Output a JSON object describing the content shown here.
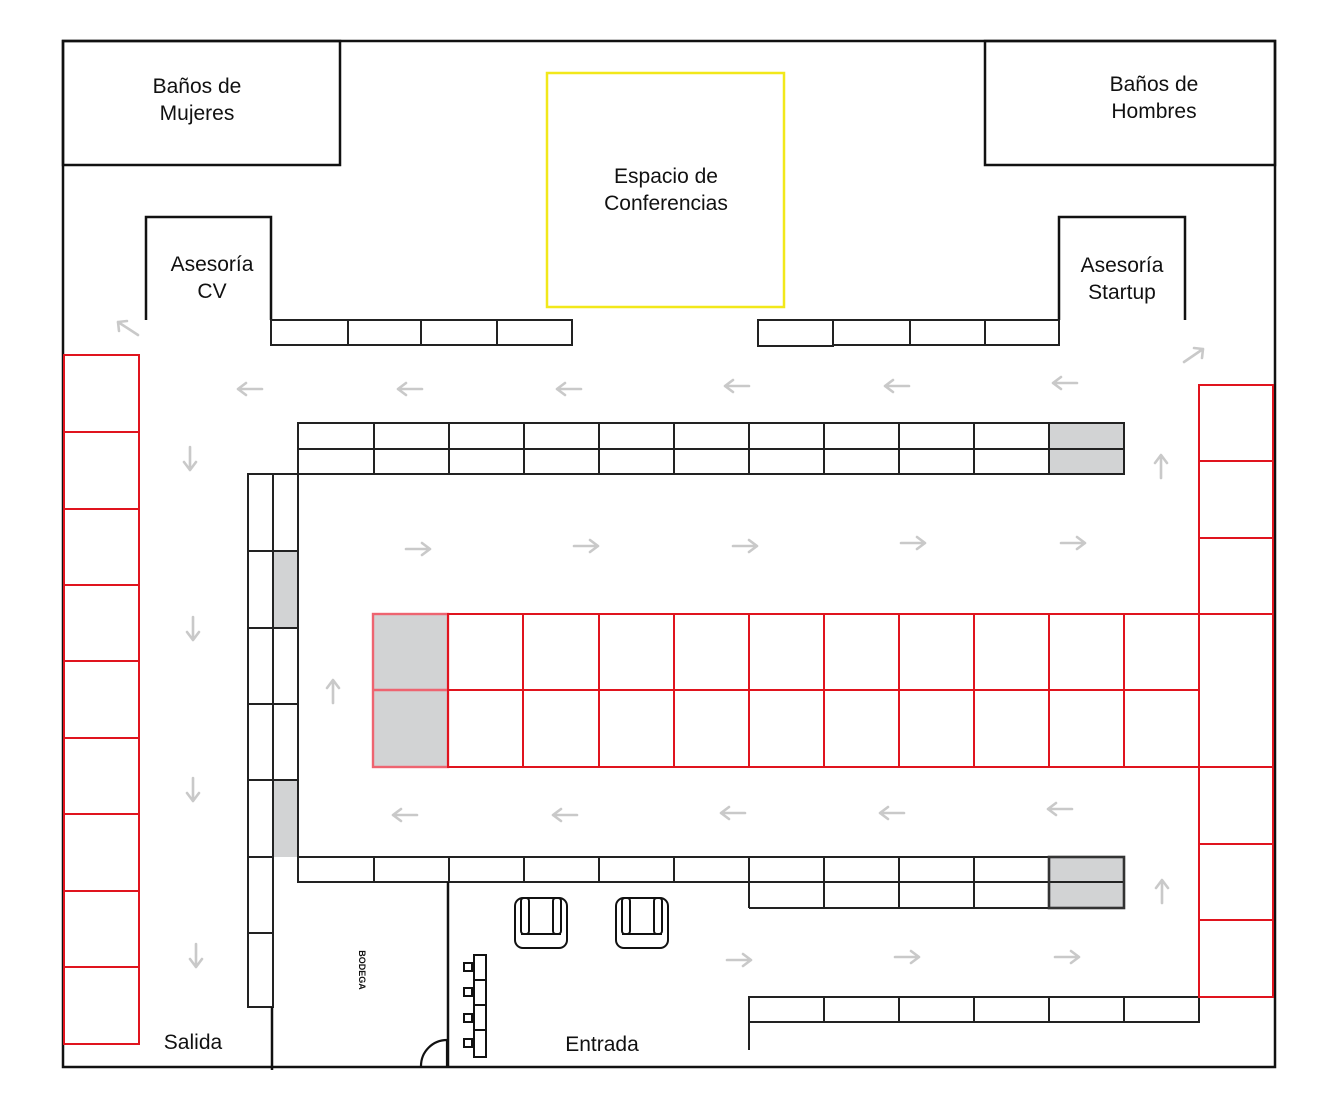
{
  "labels": {
    "banos_mujeres": [
      "Baños de",
      "Mujeres"
    ],
    "banos_hombres": [
      "Baños de",
      "Hombres"
    ],
    "espacio_conferencias": [
      "Espacio de",
      "Conferencias"
    ],
    "asesoria_cv": [
      "Asesoría",
      "CV"
    ],
    "asesoria_startup": [
      "Asesoría",
      "Startup"
    ],
    "bodega": "BODEGA",
    "salida": "Salida",
    "entrada": "Entrada"
  },
  "colors": {
    "walls": "#111111",
    "booth_outline": "#222222",
    "feature_booth_outline": "#e0141e",
    "conference_outline": "#f2e81a",
    "reserved_fill": "#d2d3d4",
    "flow_arrow": "#c9c9c9"
  }
}
